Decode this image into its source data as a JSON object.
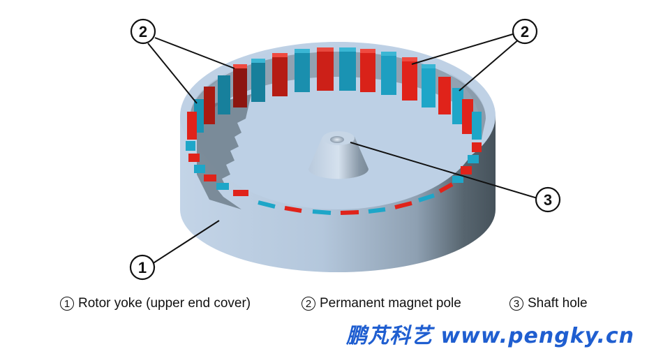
{
  "diagram": {
    "subject": "Outer rotor with permanent magnet poles",
    "colors": {
      "yoke_light": "#bccfe4",
      "yoke_shadow": "#4b5a66",
      "magnet_north": "#e0231a",
      "magnet_south": "#1ea6c8",
      "line": "#111111",
      "watermark": "#1f5ed0"
    },
    "callouts": [
      {
        "id": "callout-1",
        "label": "1"
      },
      {
        "id": "callout-2-left",
        "label": "2"
      },
      {
        "id": "callout-2-right",
        "label": "2"
      },
      {
        "id": "callout-3",
        "label": "3"
      }
    ]
  },
  "legend": {
    "items": [
      {
        "num": "1",
        "text": "Rotor yoke (upper end cover)"
      },
      {
        "num": "2",
        "text": "Permanent magnet pole"
      },
      {
        "num": "3",
        "text": "Shaft hole"
      }
    ]
  },
  "watermark": {
    "text": "鹏芃科艺 www.pengky.cn"
  }
}
